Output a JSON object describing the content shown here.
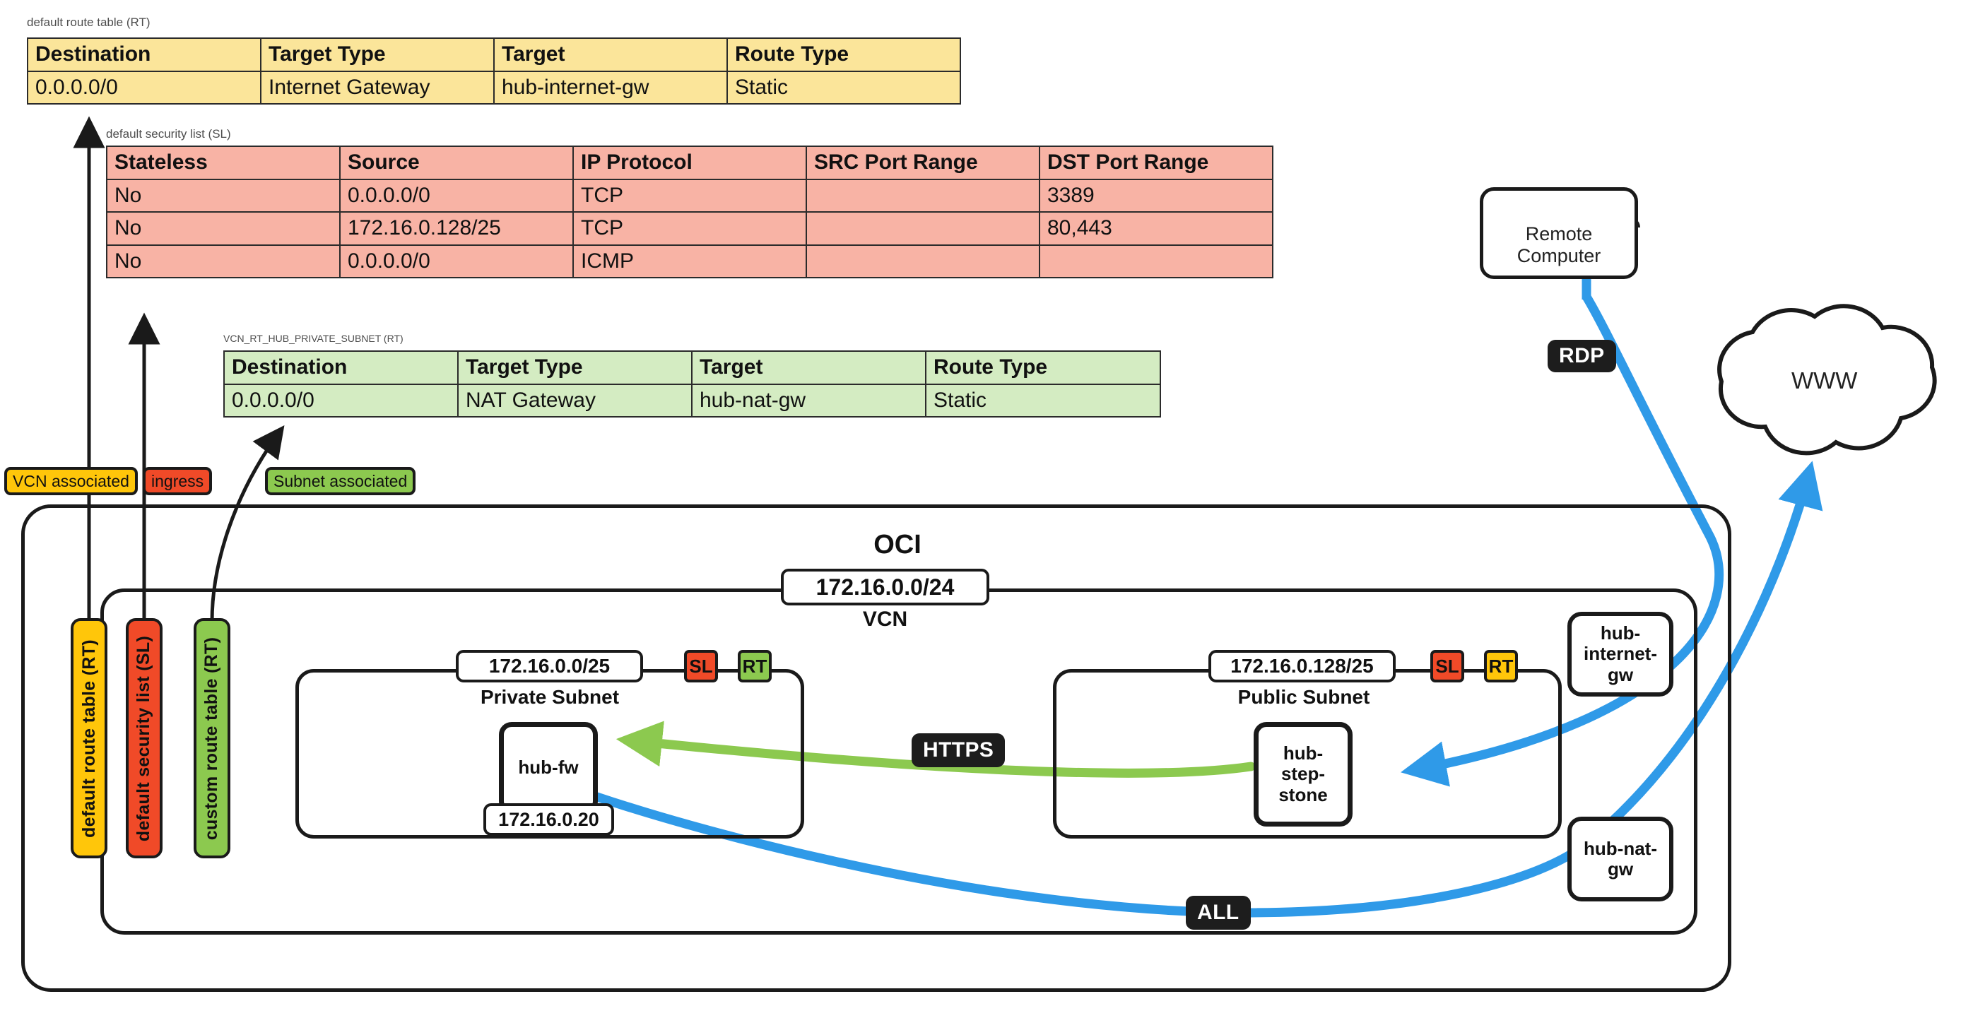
{
  "diagram": {
    "title": "OCI hub network diagram",
    "cloud_label": "OCI",
    "vcn_label": "VCN",
    "vcn_cidr": "172.16.0.0/24"
  },
  "tables": [
    {
      "id": "default-route-table",
      "caption": "default route table (RT)",
      "color": "#fbe59a",
      "headers": [
        "Destination",
        "Target Type",
        "Target",
        "Route Type"
      ],
      "rows": [
        [
          "0.0.0.0/0",
          "Internet Gateway",
          "hub-internet-gw",
          "Static"
        ]
      ]
    },
    {
      "id": "default-security-list",
      "caption": "default security list (SL)",
      "color": "#f8b3a5",
      "headers": [
        "Stateless",
        "Source",
        "IP Protocol",
        "SRC Port Range",
        "DST Port Range"
      ],
      "rows": [
        [
          "No",
          "0.0.0.0/0",
          "TCP",
          "",
          "3389"
        ],
        [
          "No",
          "172.16.0.128/25",
          "TCP",
          "",
          "80,443"
        ],
        [
          "No",
          "0.0.0.0/0",
          "ICMP",
          "",
          ""
        ]
      ]
    },
    {
      "id": "custom-route-table",
      "caption": "VCN_RT_HUB_PRIVATE_SUBNET (RT)",
      "color": "#d4ecc2",
      "headers": [
        "Destination",
        "Target Type",
        "Target",
        "Route Type"
      ],
      "rows": [
        [
          "0.0.0.0/0",
          "NAT Gateway",
          "hub-nat-gw",
          "Static"
        ]
      ]
    }
  ],
  "association_badges": [
    {
      "label": "VCN associated",
      "color": "#ffc60a"
    },
    {
      "label": "ingress",
      "color": "#f04a28"
    },
    {
      "label": "Subnet associated",
      "color": "#8cc94f"
    }
  ],
  "vertical_pills": [
    {
      "label": "default route table (RT)",
      "color": "#ffc60a"
    },
    {
      "label": "default security list (SL)",
      "color": "#f04a28"
    },
    {
      "label": "custom route table (RT)",
      "color": "#8cc94f"
    }
  ],
  "subnets": [
    {
      "id": "private-subnet",
      "name": "Private Subnet",
      "cidr": "172.16.0.0/25",
      "badges": [
        {
          "label": "SL",
          "color": "#f04a28"
        },
        {
          "label": "RT",
          "color": "#8cc94f"
        }
      ],
      "instance": {
        "name": "hub-fw",
        "ip": "172.16.0.20"
      }
    },
    {
      "id": "public-subnet",
      "name": "Public Subnet",
      "cidr": "172.16.0.128/25",
      "badges": [
        {
          "label": "SL",
          "color": "#f04a28"
        },
        {
          "label": "RT",
          "color": "#ffc60a"
        }
      ],
      "instance": {
        "name": "hub-step-stone",
        "ip": ""
      }
    }
  ],
  "gateways": [
    {
      "id": "hub-internet-gw",
      "label": "hub-internet-gw"
    },
    {
      "id": "hub-nat-gw",
      "label": "hub-nat-gw"
    }
  ],
  "external": {
    "remote_computer": {
      "line1": "Remote",
      "line2": "Computer",
      "icons": [
        "laptop-icon",
        "user-icon"
      ]
    },
    "internet_cloud": {
      "label": "WWW"
    }
  },
  "connections": [
    {
      "id": "rdp",
      "label": "RDP",
      "color": "#2f9ae8",
      "from": "Remote Computer",
      "to": "hub-step-stone"
    },
    {
      "id": "https",
      "label": "HTTPS",
      "color": "#8cc94f",
      "from": "hub-step-stone",
      "to": "hub-fw"
    },
    {
      "id": "all",
      "label": "ALL",
      "color": "#2f9ae8",
      "from": "hub-fw",
      "to": "WWW"
    }
  ]
}
